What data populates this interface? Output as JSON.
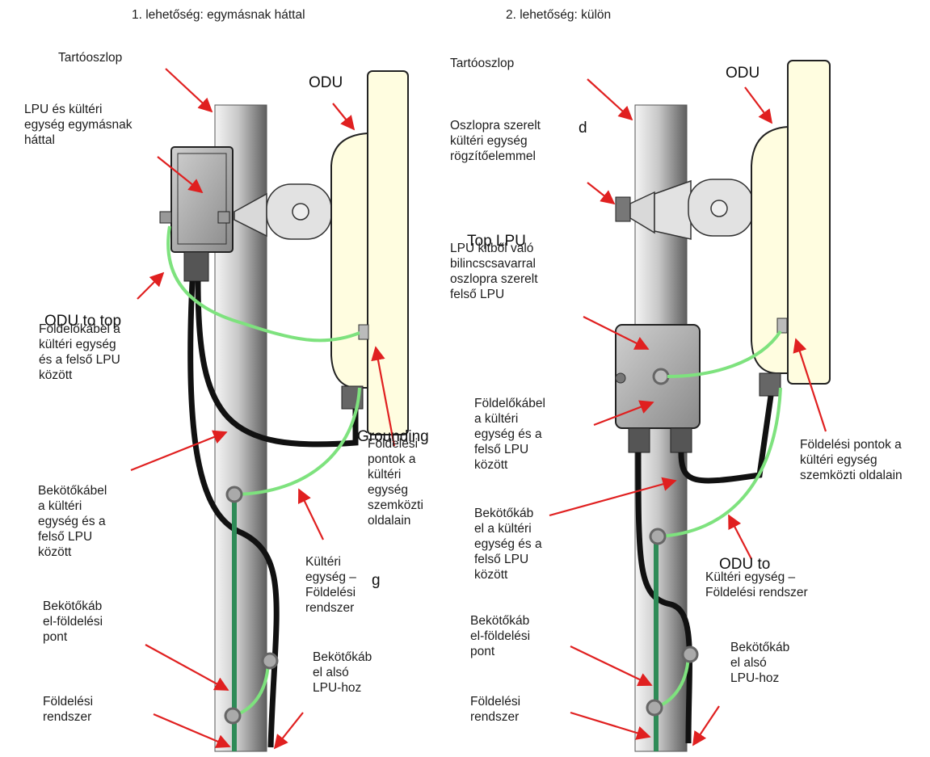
{
  "headings": {
    "left": "1. lehetőség: egymásnak háttal",
    "right": "2. lehetőség: külön"
  },
  "left_labels": {
    "tartooszlop": "Tartóoszlop",
    "odu": "ODU",
    "lpu_back": "LPU és kültéri\negység egymásnak\nháttal",
    "odu_to_top": "ODU to top",
    "foldelokabel": "Földelőkábel a\nkültéri egység\nés a felső LPU\nközött",
    "grounding": "Grounding",
    "foldelesi_pontok": "Földelési\npontok a\nkültéri\negység\nszemközti\noldalain",
    "bekotokabel": "Bekötőkábel\na kültéri\negység és a\nfelső LPU\nközött",
    "kulteri_rendszer": "Kültéri\negység –\nFöldelési\nrendszer",
    "g": "g",
    "bekotokab_pont": "Bekötőkáb\nel-földelési\npont",
    "bekotokab_also": "Bekötőkáb\nel alsó\nLPU-hoz",
    "foldelesi_rendszer": "Földelési\nrendszer"
  },
  "right_labels": {
    "tartooszlop": "Tartóoszlop",
    "odu": "ODU",
    "oszlopra": "Oszlopra szerelt\nkültéri egység\nrögzítőelemmel",
    "d": "d",
    "top_lpu": "Top LPU",
    "lpu_kitbol": "LPU kitből való\nbilincscsavarral\noszlopra szerelt\nfelső LPU",
    "foldelokabel": "Földelőkábel\na kültéri\negység és a\nfelső LPU\nközött",
    "foldelesi_pontok": "Földelési pontok a\nkültéri egység\nszemközti oldalain",
    "bekotokab": "Bekötőkáb\nel a kültéri\negység és a\nfelső LPU\nközött",
    "odu_to": "ODU to",
    "kulteri_rendszer": "Kültéri egység –\nFöldelési rendszer",
    "bekotokab_pont": "Bekötőkáb\nel-földelési\npont",
    "bekotokab_also": "Bekötőkáb\nel alsó\nLPU-hoz",
    "foldelesi_rendszer": "Földelési\nrendszer"
  },
  "colors": {
    "arrow": "#e02020",
    "ground_wire": "#7ee27e",
    "ground_rod": "#2e8b57",
    "cable": "#111111",
    "antenna": "#fffde0",
    "pole_light": "#f2f2f2",
    "pole_dark": "#6e6e6e",
    "lpu_box": "#a9a9a9"
  }
}
